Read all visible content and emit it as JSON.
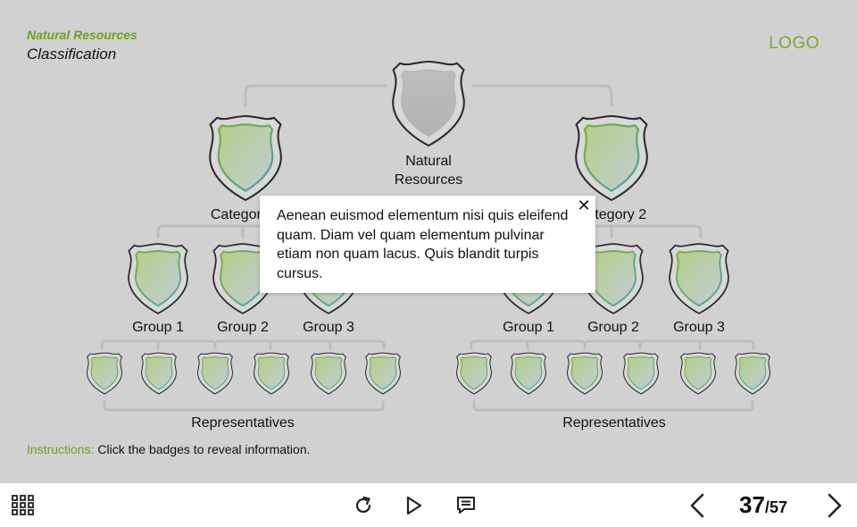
{
  "header": {
    "subtitle": "Natural Resources",
    "title": "Classification",
    "logo": "LOGO"
  },
  "tree": {
    "root_label": "Natural Resources",
    "categories": [
      {
        "label": "Category 1",
        "groups": [
          "Group 1",
          "Group 2",
          "Group 3"
        ],
        "representatives_label": "Representatives"
      },
      {
        "label": "Category 2",
        "groups": [
          "Group 1",
          "Group 2",
          "Group 3"
        ],
        "representatives_label": "Representatives"
      }
    ]
  },
  "popup": {
    "text": "Aenean euismod elementum nisi quis eleifend quam. Diam vel quam elementum pulvinar etiam non quam lacus. Quis blandit turpis cursus.",
    "close_symbol": "✕"
  },
  "instructions": {
    "key": "Instructions:",
    "text": " Click the badges to reveal information."
  },
  "navigation": {
    "current_page": "37",
    "separator": "/",
    "total_pages": "57"
  },
  "icons": {
    "menu": "grid-menu-icon",
    "replay": "replay-icon",
    "play": "play-icon",
    "notes": "notes-icon",
    "prev": "chevron-left-icon",
    "next": "chevron-right-icon"
  },
  "colors": {
    "accent": "#6ba21f",
    "stage": "#d1d1d1",
    "connector": "#bdbdbd"
  }
}
